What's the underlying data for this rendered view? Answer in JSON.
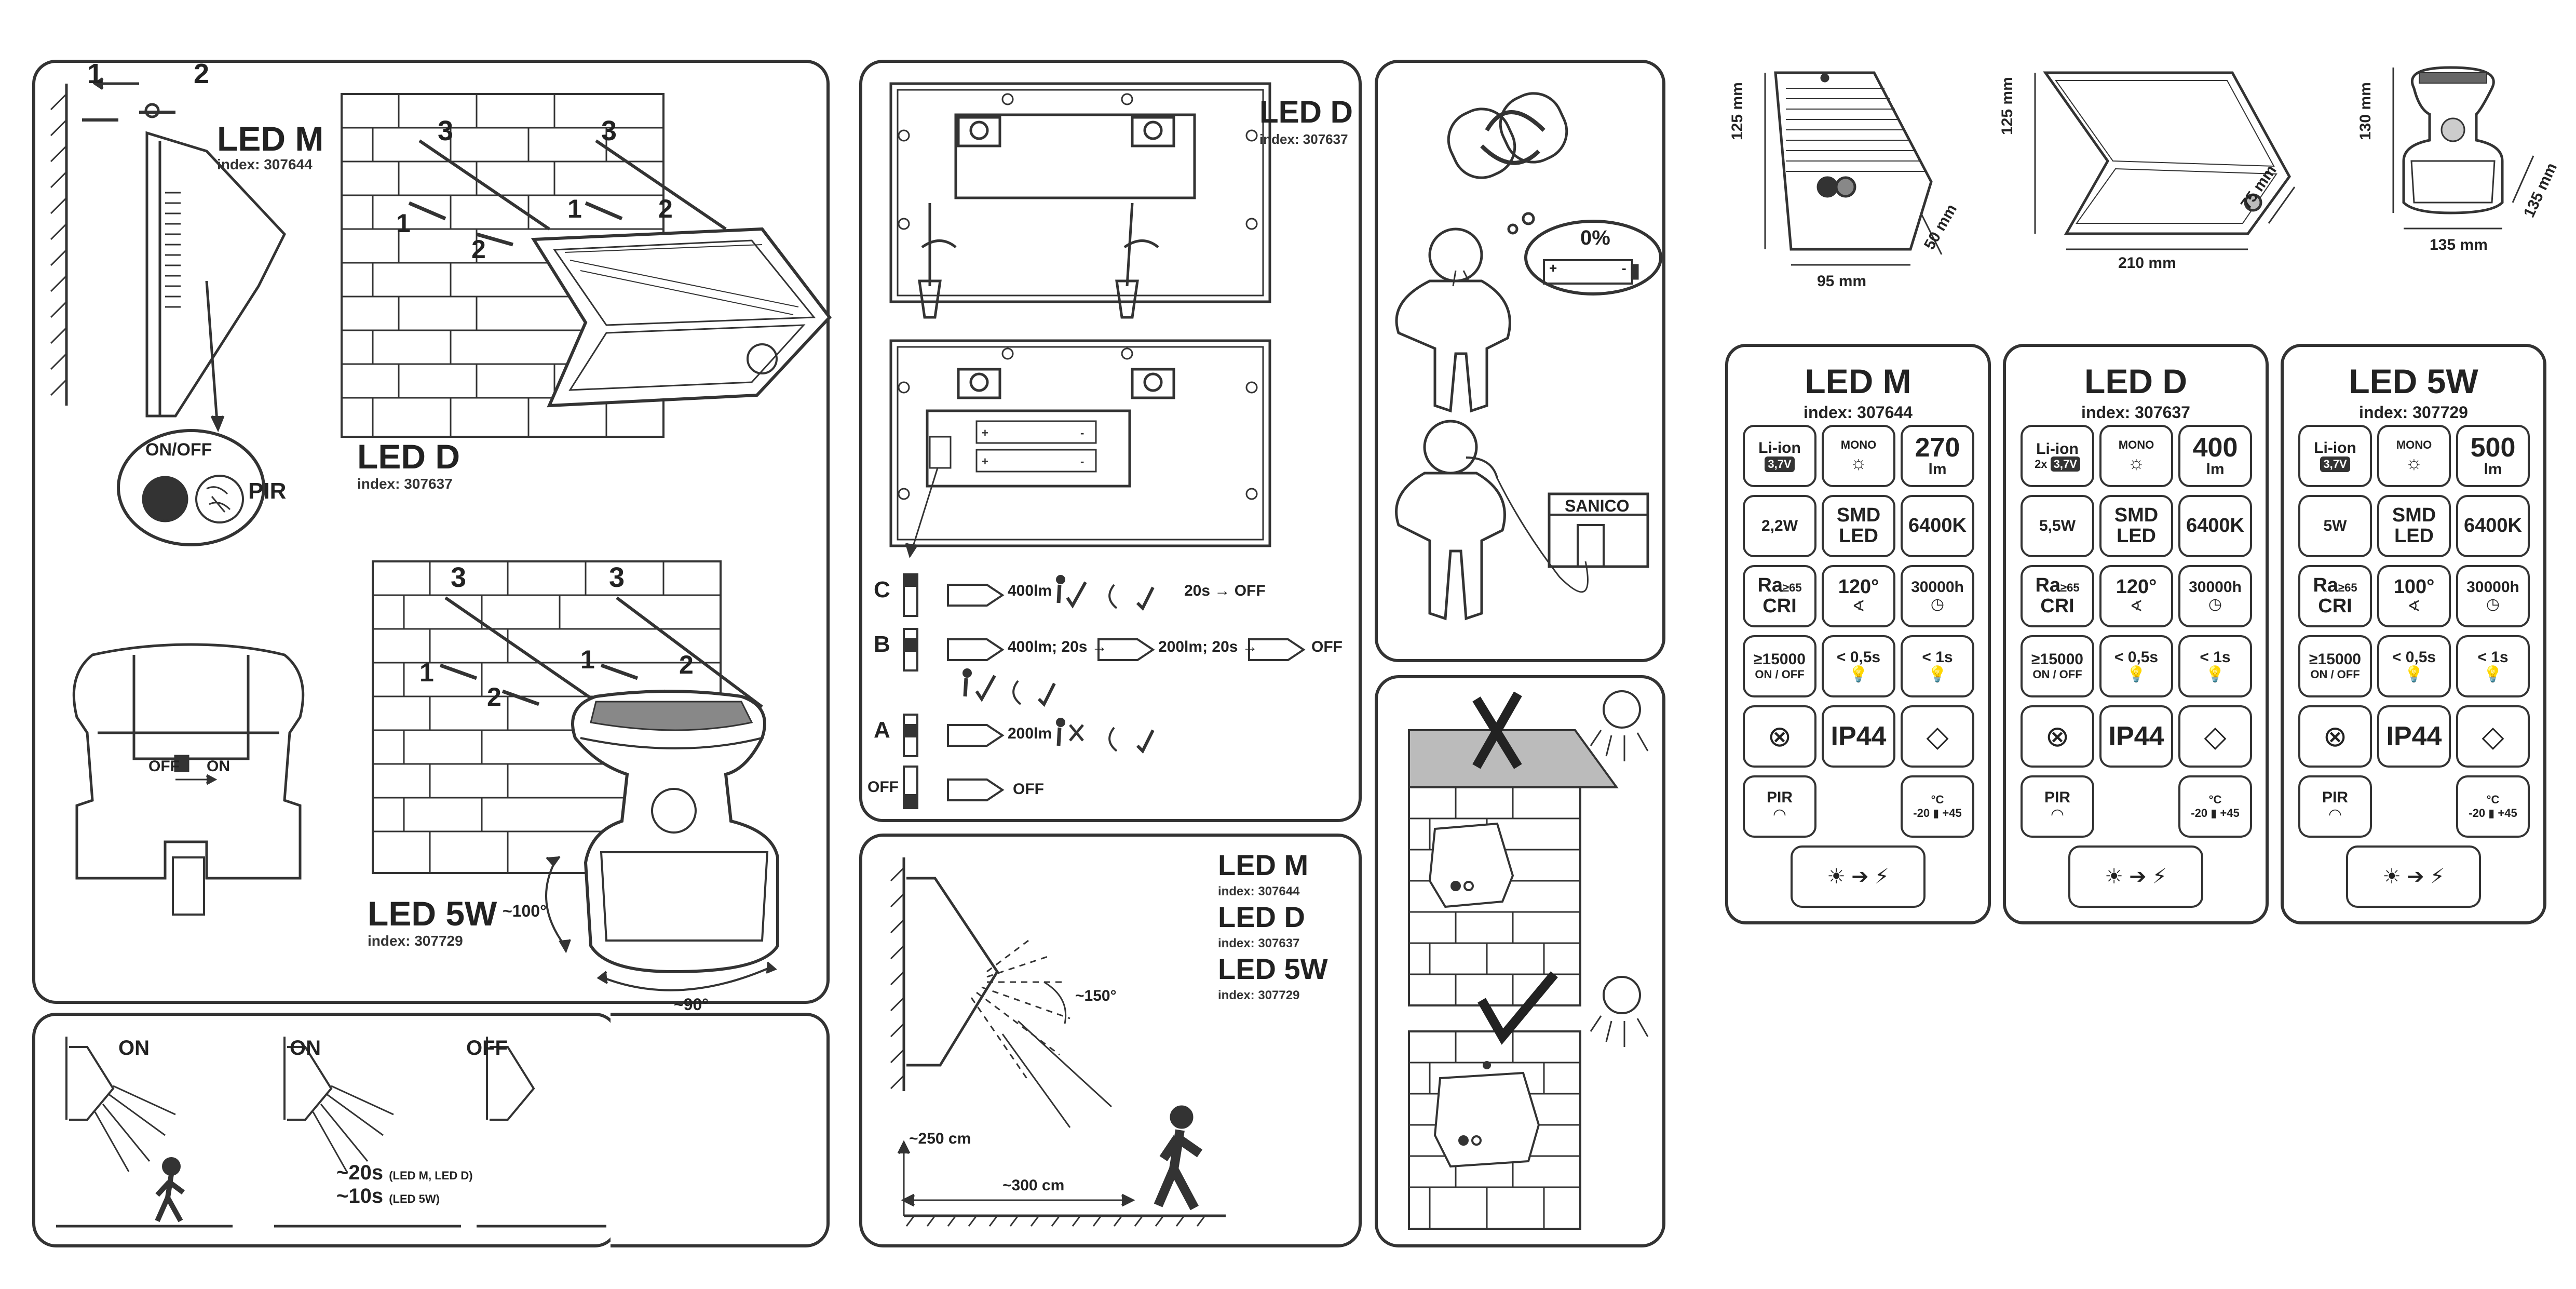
{
  "models": {
    "m": {
      "name": "LED M",
      "index": "index: 307644"
    },
    "d": {
      "name": "LED D",
      "index": "index: 307637"
    },
    "w": {
      "name": "LED 5W",
      "index": "index: 307729"
    }
  },
  "mounting": {
    "step1": "1",
    "step2": "2",
    "step3": "3",
    "on_off_label": "ON/OFF",
    "pir_label": "PIR",
    "off_on_label": "OFF",
    "on_label": "ON",
    "angle_tilt": "~100°",
    "angle_rotate": "~90°"
  },
  "timer": {
    "on1": "ON",
    "on2": "ON",
    "off": "OFF",
    "t20": "~20s",
    "t20_note": "(LED M, LED D)",
    "t10": "~10s",
    "t10_note": "(LED 5W)"
  },
  "modes": {
    "switch_letters": [
      "C",
      "B",
      "A",
      "OFF"
    ],
    "c_label": "C",
    "c_lm": "400lm",
    "c_time": "20s → OFF",
    "b_label": "B",
    "b_lm1": "400lm; 20s →",
    "b_lm2": "200lm; 20s →",
    "b_off": "OFF",
    "a_label": "A",
    "a_lm": "200lm",
    "off_label": "OFF",
    "off_text": "OFF"
  },
  "range": {
    "angle": "~150°",
    "height": "~250 cm",
    "distance": "~300 cm"
  },
  "battery": {
    "percent": "0%",
    "plus": "+",
    "minus": "-",
    "brand": "SANICO"
  },
  "dims": {
    "m_h": "125 mm",
    "m_w": "95 mm",
    "m_d": "50 mm",
    "d_h": "125 mm",
    "d_w": "210 mm",
    "d_d": "75 mm",
    "w_h": "130 mm",
    "w_w": "135 mm",
    "w_d": "135 mm"
  },
  "specs": [
    {
      "battery": "Li-ion",
      "batt_v": "3,7V",
      "batt_qty": "",
      "mono": "MONO",
      "lumen": "270",
      "lm": "lm",
      "power": "2,2W",
      "smd": "SMD",
      "led": "LED",
      "cct": "6400K",
      "ra": "Ra",
      "ra_val": "≥65",
      "cri": "CRI",
      "beam": "120°",
      "life": "30000h",
      "cycles": "≥15000",
      "cyc_on": "ON",
      "cyc_off": "OFF",
      "start": "< 0,5s",
      "warm": "< 1s",
      "ip": "IP44",
      "pir": "PIR",
      "t_min": "-20",
      "t_max": "+45",
      "t_unit": "°C"
    },
    {
      "battery": "Li-ion",
      "batt_v": "3,7V",
      "batt_qty": "2x",
      "mono": "MONO",
      "lumen": "400",
      "lm": "lm",
      "power": "5,5W",
      "smd": "SMD",
      "led": "LED",
      "cct": "6400K",
      "ra": "Ra",
      "ra_val": "≥65",
      "cri": "CRI",
      "beam": "120°",
      "life": "30000h",
      "cycles": "≥15000",
      "cyc_on": "ON",
      "cyc_off": "OFF",
      "start": "< 0,5s",
      "warm": "< 1s",
      "ip": "IP44",
      "pir": "PIR",
      "t_min": "-20",
      "t_max": "+45",
      "t_unit": "°C"
    },
    {
      "battery": "Li-ion",
      "batt_v": "3,7V",
      "batt_qty": "",
      "mono": "MONO",
      "lumen": "500",
      "lm": "lm",
      "power": "5W",
      "smd": "SMD",
      "led": "LED",
      "cct": "6400K",
      "ra": "Ra",
      "ra_val": "≥65",
      "cri": "CRI",
      "beam": "100°",
      "life": "30000h",
      "cycles": "≥15000",
      "cyc_on": "ON",
      "cyc_off": "OFF",
      "start": "< 0,5s",
      "warm": "< 1s",
      "ip": "IP44",
      "pir": "PIR",
      "t_min": "-20",
      "t_max": "+45",
      "t_unit": "°C"
    }
  ]
}
